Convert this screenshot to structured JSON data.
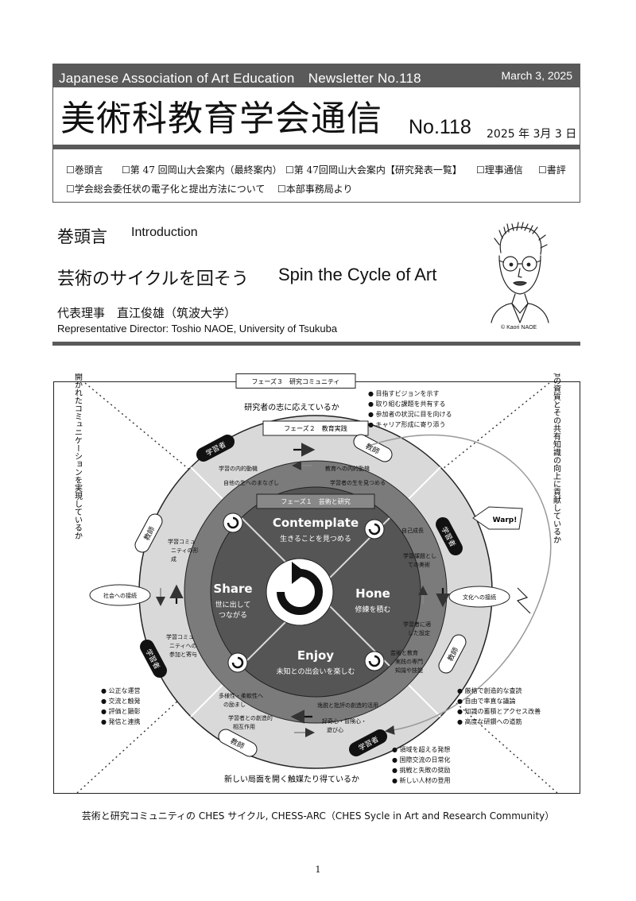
{
  "header": {
    "org_newsletter": "Japanese Association of Art Education　Newsletter No.118",
    "date_en": "March 3, 2025",
    "title_jp": "美術科教育学会通信",
    "issue_no": "No.118",
    "date_jp": "2025 年 3月 3 日"
  },
  "toc": [
    "☐巻頭言",
    "☐第 47 回岡山大会案内（最終案内）",
    "☐第 47回岡山大会案内【研究発表一覧】",
    "☐理事通信",
    "☐書評",
    "☐学会総会委任状の電子化と提出方法について",
    "☐本部事務局より"
  ],
  "article": {
    "heading_jp": "巻頭言",
    "heading_en": "Introduction",
    "title_jp": "芸術のサイクルを回そう",
    "title_en": "Spin the Cycle of Art",
    "author_jp": "代表理事　直江俊雄（筑波大学）",
    "author_en": "Representative Director: Toshio NAOE, University of Tsukuba",
    "portrait_credit": "© Kaori NAOE"
  },
  "diagram": {
    "phase3": "フェーズ３　研究コミュニティ",
    "phase2": "フェーズ２　教育実践",
    "phase1": "フェーズ１　芸術と研究",
    "top_question": "研究者の志に応えているか",
    "bottom_question": "新しい局面を開く触媒たり得ているか",
    "left_vertical": "開かれたコミュニケーションを実現しているか",
    "right_vertical": "研究者の資質とその共有知識の向上に貢献しているか",
    "top_right_list": [
      "目指すビジョンを示す",
      "取り組む課題を共有する",
      "参加者の状況に目を向ける",
      "キャリア形成に寄り添う"
    ],
    "bottom_left_list": [
      "公正な運営",
      "交流と触発",
      "評価と顕彰",
      "発信と連携"
    ],
    "right_list": [
      "厳格で創造的な査読",
      "自由で率直な議論",
      "知識の蓄積とアクセス改善",
      "高度な研鑽への道筋"
    ],
    "bottom_right_list": [
      "領域を超える発想",
      "国際交流の日常化",
      "挑戦と失敗の奨励",
      "新しい人材の登用"
    ],
    "roles": {
      "learner_tl": "学習者",
      "teacher_tr": "教師",
      "learner_r": "学習者",
      "teacher_l": "教師",
      "learner_l": "学習者",
      "teacher_br": "教師",
      "teacher_b": "教師",
      "learner_b": "学習者"
    },
    "warp": "Warp!",
    "social_link": "社会への接続",
    "culture_link": "文化への接続",
    "cycle": {
      "contemplate": "Contemplate",
      "contemplate_jp": "生きることを見つめる",
      "hone": "Hone",
      "hone_jp": "修練を積む",
      "enjoy": "Enjoy",
      "enjoy_jp": "未知との出会いを楽しむ",
      "share": "Share",
      "share_jp_1": "世に出して",
      "share_jp_2": "つながる"
    },
    "ring_notes": {
      "t1": "学習の内的動機",
      "t2": "自他の生へのまなざし",
      "t3": "教育への内的動機",
      "t4": "学習者の生を見つめる",
      "r1": "自己成長",
      "r2": "学習課題とし",
      "r2b": "ての美術",
      "r3": "学習者に適",
      "r3b": "した設定",
      "r4": "芸術と教育",
      "r4b": "実践の専門",
      "r4c": "知識や技能",
      "b1": "多様性・柔軟性へ",
      "b1b": "の励まし",
      "b2": "学習者との創造的",
      "b2b": "相互作用",
      "b3": "逸脱と批評の創造的活用",
      "b4": "好奇心・冒険心・",
      "b4b": "遊び心",
      "l1": "学習コミュ",
      "l1b": "ニティの形",
      "l1c": "成",
      "l2": "学習コミュ",
      "l2b": "ニティへの",
      "l2c": "参加と寄与"
    }
  },
  "caption": "芸術と研究コミュニティの CHES サイクル, CHESS-ARC（CHES Sycle in Art and Research Community）",
  "page_number": "1"
}
